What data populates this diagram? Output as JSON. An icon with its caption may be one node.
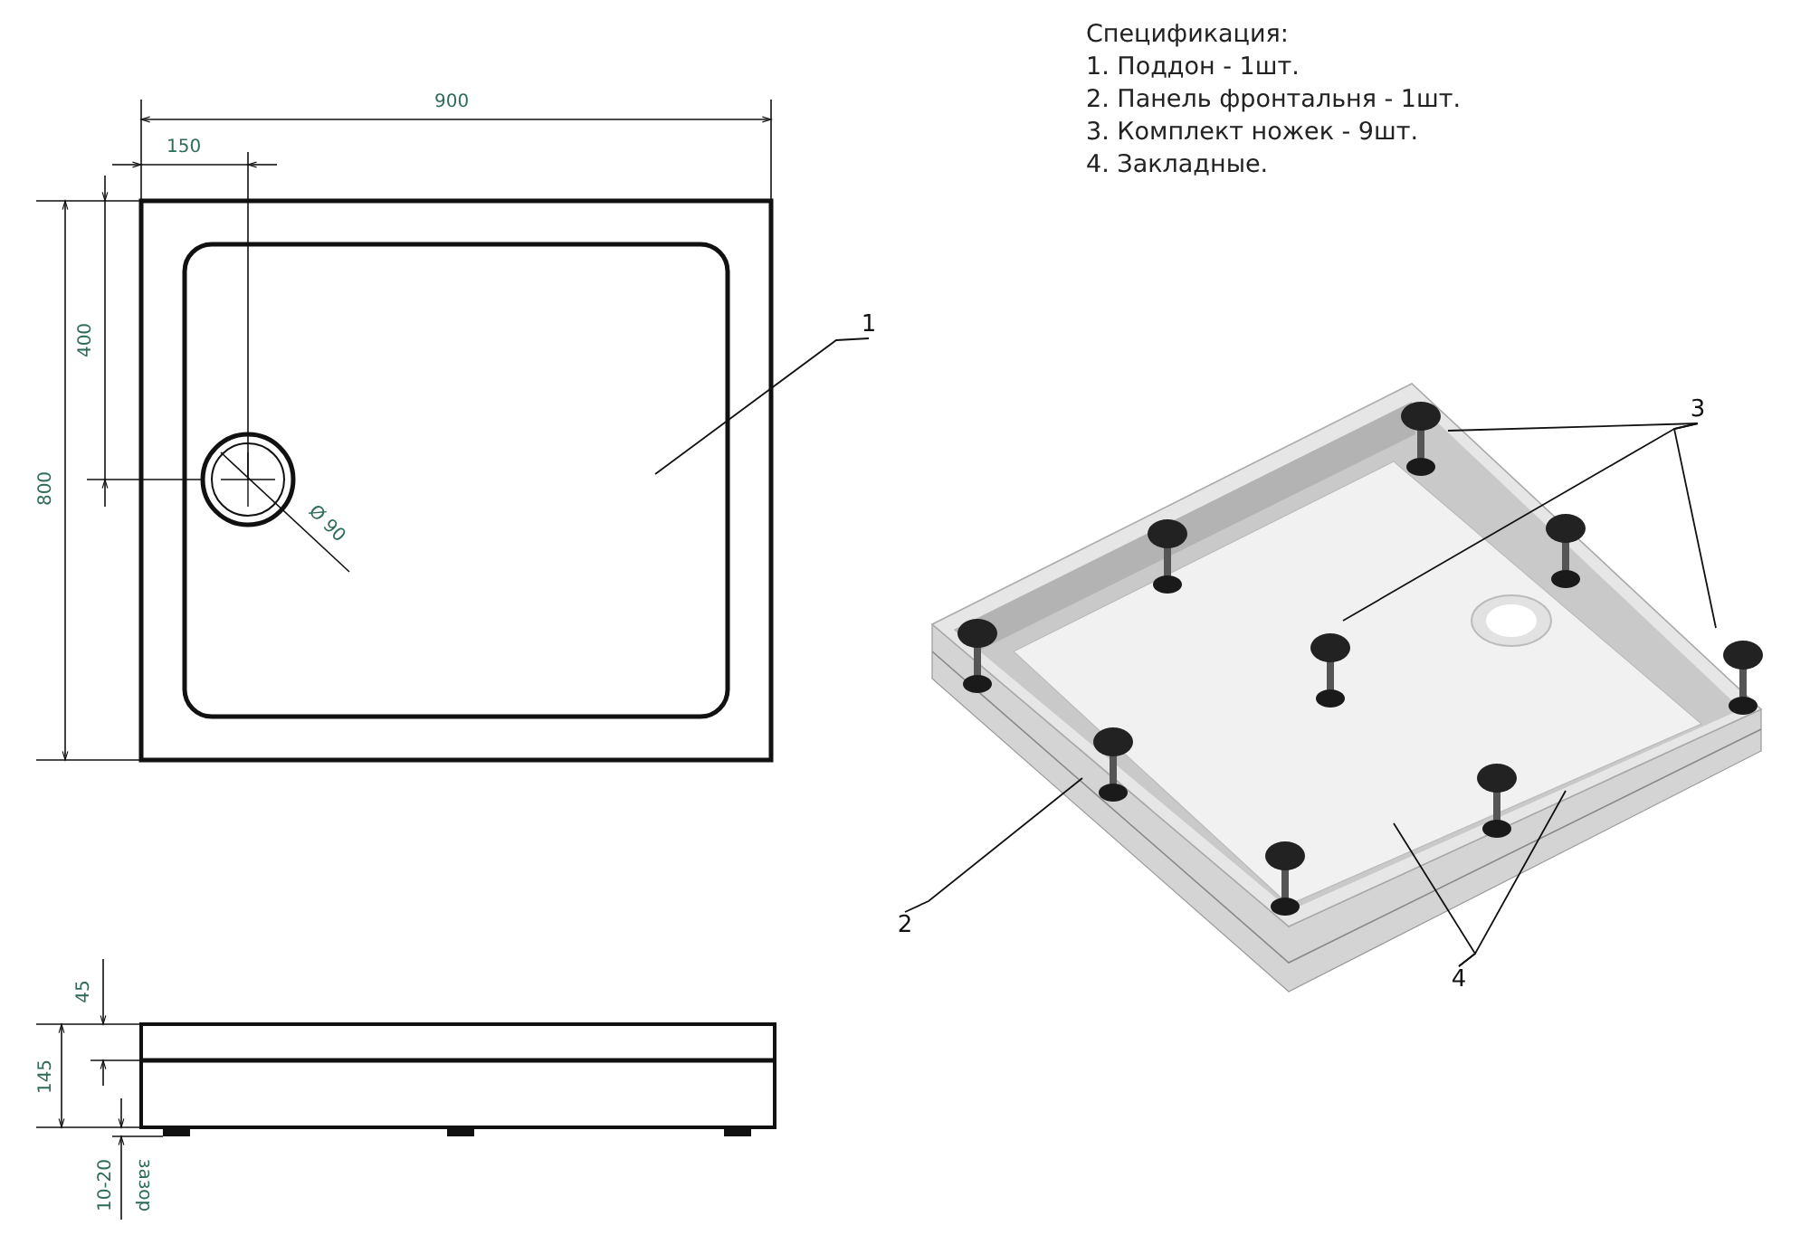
{
  "diagram": {
    "nodes": [
      {
        "text": [
          "1"
        ]
      },
      {
        "text": [
          "2"
        ]
      },
      {
        "text": [
          "3"
        ]
      },
      {
        "text": [
          "4"
        ]
      }
    ],
    "edges": [
      {
        "from": 0,
        "to": null,
        "arrow": "none"
      },
      {
        "from": 1,
        "to": null,
        "arrow": "none"
      },
      {
        "from": 2,
        "to": null,
        "arrow": "none"
      },
      {
        "from": 2,
        "to": null,
        "arrow": "none"
      },
      {
        "from": 2,
        "to": null,
        "arrow": "none"
      },
      {
        "from": 3,
        "to": null,
        "arrow": "none"
      },
      {
        "from": 3,
        "to": null,
        "arrow": "none"
      }
    ],
    "labels": [
      "Спецификация:",
      "1. Поддон - 1шт.",
      "2. Панель фронтальня - 1шт.",
      "3. Комплект ножек - 9шт.",
      "4. Закладные.",
      "900",
      "150",
      "400",
      "800",
      "Ø 90",
      "45",
      "145",
      "10-20",
      "зазор"
    ]
  }
}
